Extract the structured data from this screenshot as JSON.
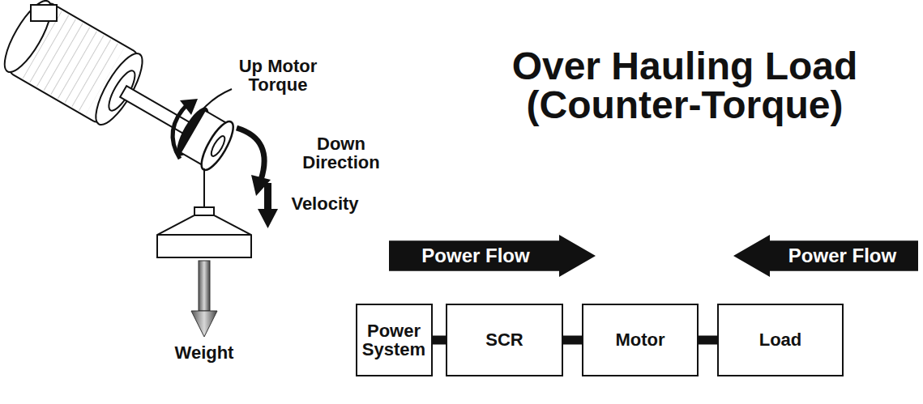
{
  "diagram": {
    "title": "Over Hauling Load (Counter-Torque)",
    "nodes": [
      {
        "text": [
          "Power Flow"
        ]
      },
      {
        "text": [
          "Power Flow"
        ]
      },
      {
        "text": [
          "Power System"
        ]
      },
      {
        "text": [
          "SCR"
        ]
      },
      {
        "text": [
          "Motor"
        ]
      },
      {
        "text": [
          "Load"
        ]
      }
    ],
    "edges": [
      {
        "from": 2,
        "to": 3,
        "arrow": "none"
      },
      {
        "from": 3,
        "to": 4,
        "arrow": "none"
      },
      {
        "from": 4,
        "to": 5,
        "arrow": "none"
      }
    ],
    "labels": [
      "Up Motor Torque",
      "Down Direction",
      "Velocity",
      "Weight"
    ]
  }
}
